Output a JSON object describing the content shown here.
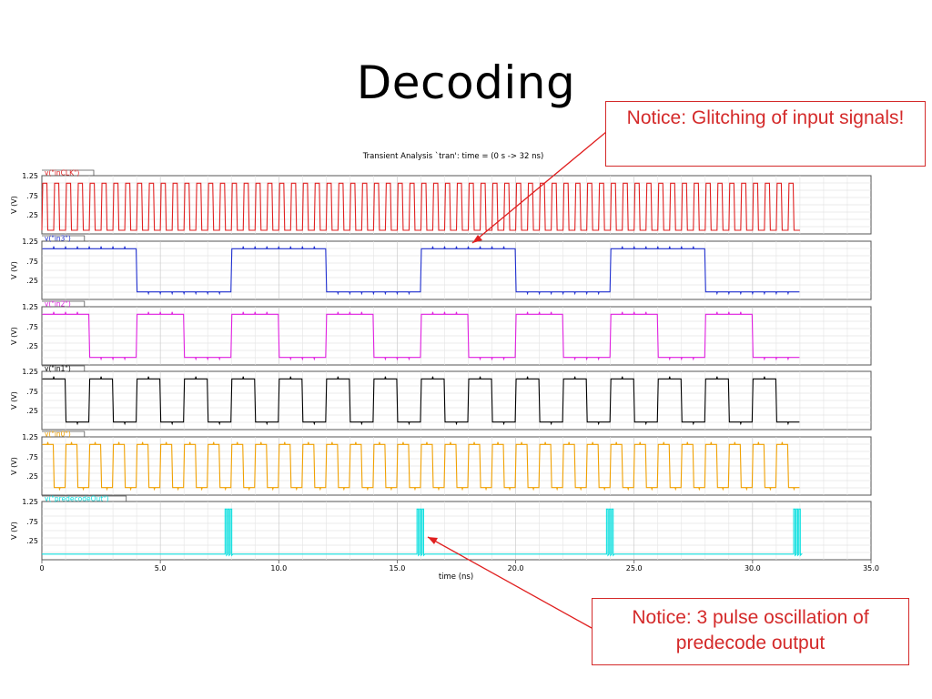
{
  "slide": {
    "title": "Decoding"
  },
  "annotations": [
    {
      "text": "Notice: Glitching of input signals!"
    },
    {
      "text": "Notice: 3 pulse oscillation of predecode output"
    }
  ],
  "chart_data": {
    "type": "line",
    "title": "Transient Analysis `tran': time = (0 s -> 32 ns)",
    "xlabel": "time (ns)",
    "xlim": [
      0,
      35
    ],
    "x_ticks": [
      "0",
      "5.0",
      "10.0",
      "15.0",
      "20.0",
      "25.0",
      "30.0",
      "35.0"
    ],
    "ylabel": "V (V)",
    "y_ticks": [
      "1.25",
      ".75",
      ".25"
    ],
    "ylim": [
      0,
      1.3
    ],
    "grid": true,
    "colors": {
      "inCLK": "#e02020",
      "in3": "#2030d0",
      "in2": "#e020e0",
      "in1": "#000000",
      "in0": "#f0a000",
      "predecodeOut": "#10e0e0"
    },
    "series": [
      {
        "name": "v(\"inCLK\")",
        "waveform": "clock",
        "period_ns": 0.5,
        "low_v": 0,
        "high_v": 1.2,
        "t_end_ns": 32
      },
      {
        "name": "v(\"in3\")",
        "waveform": "square",
        "period_ns": 8,
        "high_first": true,
        "low_v": 0.1,
        "high_v": 1.2,
        "t_end_ns": 32,
        "glitching": true
      },
      {
        "name": "v(\"in2\")",
        "waveform": "square",
        "period_ns": 4,
        "high_first": true,
        "low_v": 0.1,
        "high_v": 1.2,
        "t_end_ns": 32,
        "glitching": true
      },
      {
        "name": "v(\"in1\")",
        "waveform": "square",
        "period_ns": 2,
        "high_first": true,
        "low_v": 0.1,
        "high_v": 1.2,
        "t_end_ns": 32,
        "glitching": true
      },
      {
        "name": "v(\"in0\")",
        "waveform": "square",
        "period_ns": 1,
        "high_first": true,
        "low_v": 0.1,
        "high_v": 1.2,
        "t_end_ns": 32,
        "glitching": true
      },
      {
        "name": "v(\"predecodeOut\")",
        "waveform": "pulses",
        "baseline_v": 0.05,
        "high_v": 1.2,
        "t_end_ns": 32,
        "pulse_bursts_ns": [
          7.9,
          16.0,
          24.0,
          31.9
        ],
        "pulses_per_burst": 3
      }
    ]
  }
}
